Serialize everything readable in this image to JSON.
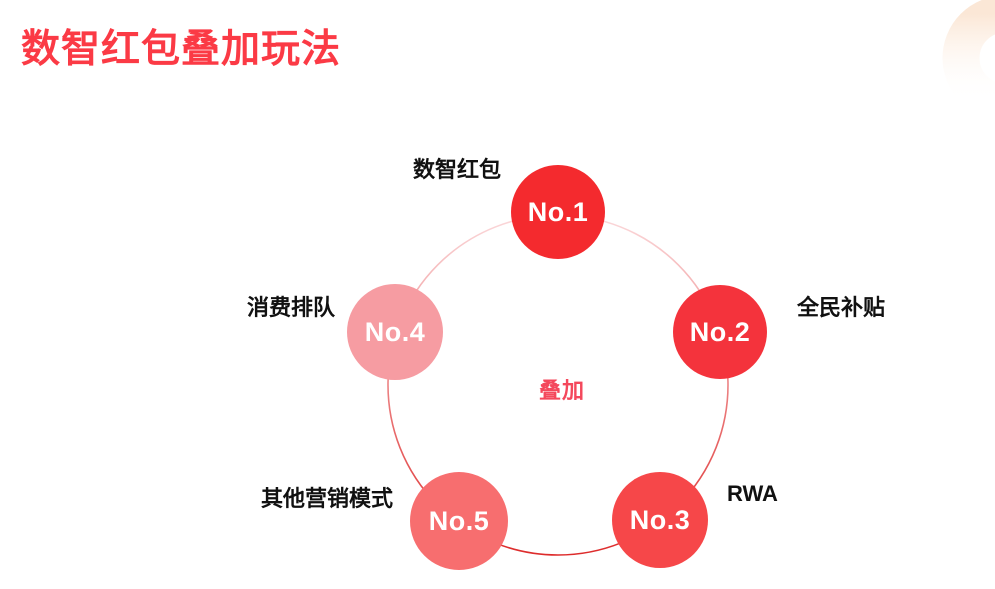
{
  "slide": {
    "title": "数智红包叠加玩法",
    "title_color": "#fb3a45",
    "background_color": "#ffffff"
  },
  "decoration": {
    "corner_ring_color_top": "#fbe7d6",
    "corner_ring_color_bottom": "#ffffff"
  },
  "diagram": {
    "center_label": "叠加",
    "center_label_color": "#f4485c",
    "ring_stroke_top_color": "#fbd9db",
    "ring_stroke_bottom_color": "#dd2b2b",
    "nodes": [
      {
        "number": "No.1",
        "label": "数智红包",
        "color": "#f42a2e"
      },
      {
        "number": "No.2",
        "label": "全民补贴",
        "color": "#f4333c"
      },
      {
        "number": "No.3",
        "label": "RWA",
        "color": "#f64749"
      },
      {
        "number": "No.4",
        "label": "消费排队",
        "color": "#f69ca2"
      },
      {
        "number": "No.5",
        "label": "其他营销模式",
        "color": "#f76e6f"
      }
    ]
  }
}
